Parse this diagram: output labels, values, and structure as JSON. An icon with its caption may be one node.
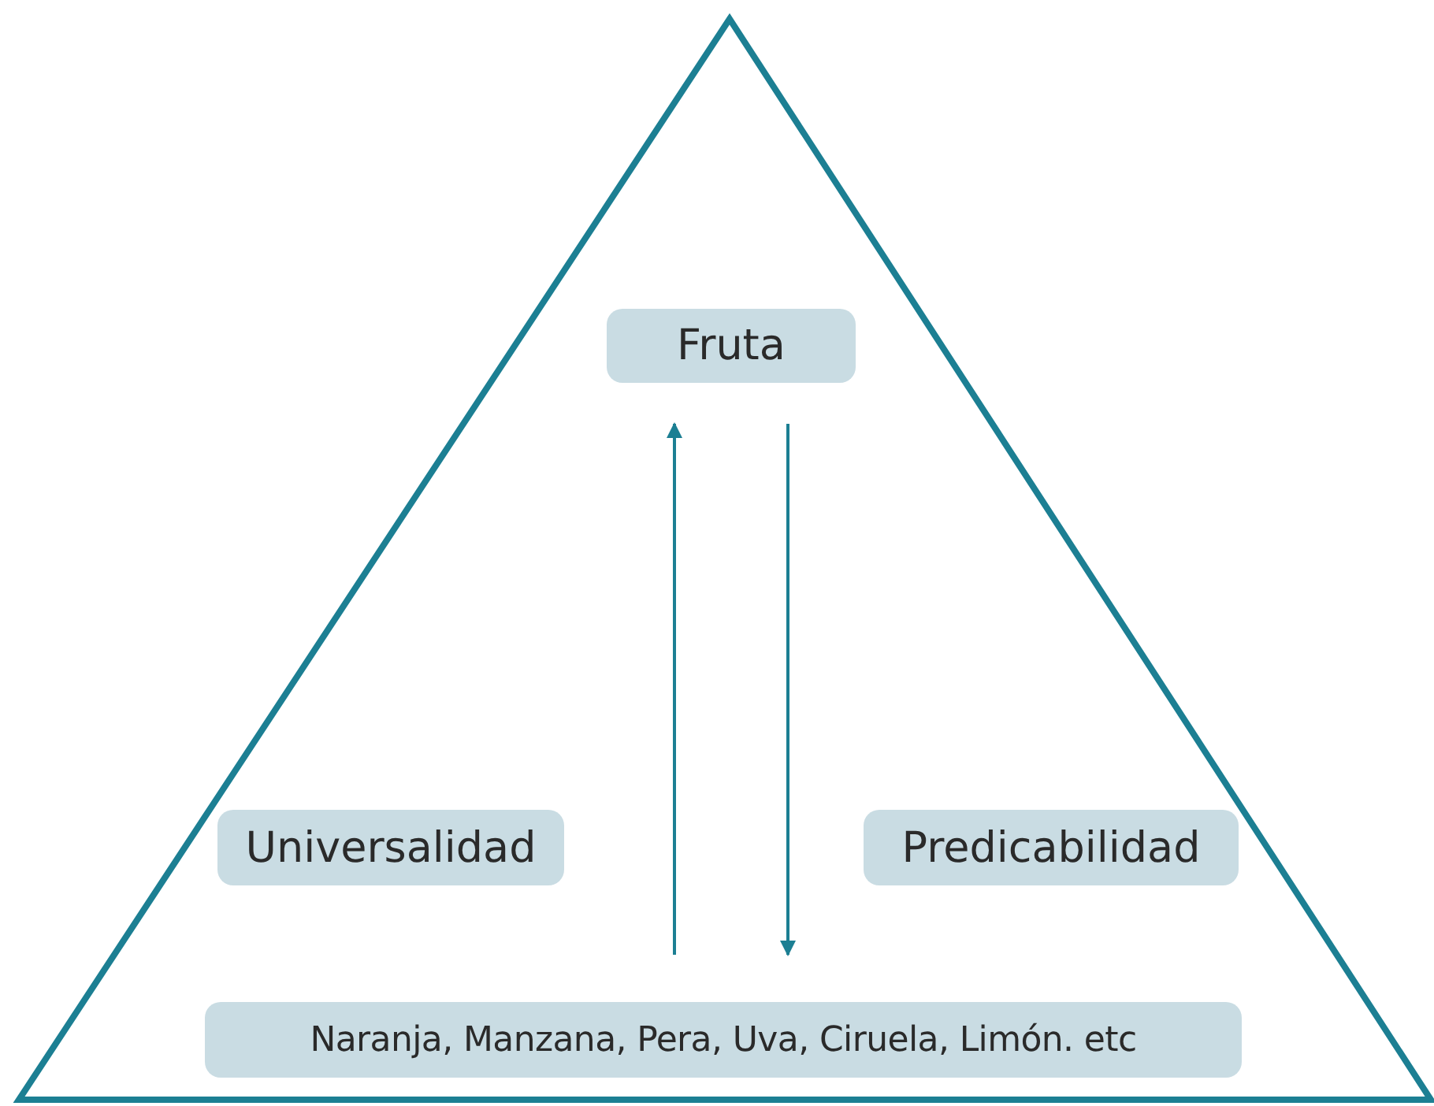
{
  "diagram": {
    "nodes": [
      {
        "text": [],
        "shape": "triangle"
      },
      {
        "text": [
          "Fruta"
        ],
        "in": 0
      },
      {
        "text": [
          "Universalidad"
        ],
        "in": 0
      },
      {
        "text": [
          "Predicabilidad"
        ],
        "in": 0
      },
      {
        "text": [
          "Naranja, Manzana, Pera, Uva, Ciruela, Limón. etc"
        ],
        "in": 0
      }
    ],
    "edges": [
      {
        "from": 4,
        "to": 1,
        "arrow": "to"
      },
      {
        "from": 1,
        "to": 4,
        "arrow": "to"
      }
    ]
  }
}
